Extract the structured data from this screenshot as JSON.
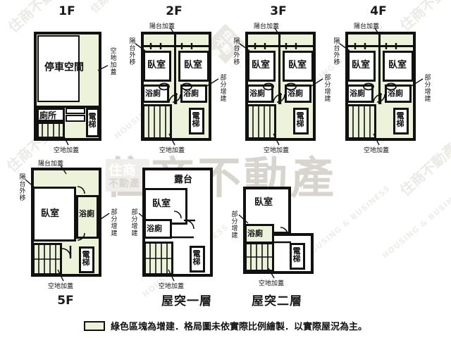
{
  "document": {
    "type": "floor-plan-sheet",
    "colors": {
      "addition_green": "#edf3db",
      "wall_black": "#111111",
      "watermark_gray": "#d8d5cf",
      "background": "#ffffff"
    }
  },
  "watermark": {
    "brand_large": "住商不動產",
    "logo_line1": "住商",
    "logo_line2": "不動產",
    "diagonal_cjk": "住商不動產",
    "diagonal_latin": "HOUSING & BUSINESS"
  },
  "legend": {
    "swatch_meaning": "綠色區塊為增建",
    "text": "綠色區塊為增建．格局圖未依實際比例繪製．以實際屋況為主。"
  },
  "labels": {
    "parking": "停車空間",
    "toilet": "廁所",
    "elevator": "電梯",
    "bedroom": "臥室",
    "bathroom": "浴廁",
    "terrace": "露台"
  },
  "notes": {
    "balcony_addition": "陽台加蓋",
    "balcony_moved_out": "陽台外移",
    "vacant_land_addition": "空地加蓋",
    "partial_addition": "部分增建"
  },
  "floors": [
    {
      "id": "1f",
      "title": "1F",
      "title_position": "top",
      "rooms": [
        {
          "name": "停車空間",
          "type": "parking",
          "addition": true
        },
        {
          "name": "廁所",
          "type": "toilet",
          "addition": true
        },
        {
          "name": "電梯",
          "type": "elevator",
          "addition": true
        }
      ],
      "features": [
        "stairs"
      ],
      "annotations": [
        "空地加蓋",
        "空地加蓋"
      ]
    },
    {
      "id": "2f",
      "title": "2F",
      "title_position": "top",
      "rooms": [
        {
          "name": "臥室",
          "type": "bedroom",
          "addition": true
        },
        {
          "name": "臥室",
          "type": "bedroom",
          "addition": true
        },
        {
          "name": "浴廁",
          "type": "bathroom",
          "addition": false
        },
        {
          "name": "浴廁",
          "type": "bathroom",
          "addition": false
        },
        {
          "name": "電梯",
          "type": "elevator",
          "addition": false
        }
      ],
      "features": [
        "balcony",
        "stairs"
      ],
      "annotations": [
        "陽台加蓋",
        "陽台外移",
        "部分增建",
        "空地加蓋"
      ]
    },
    {
      "id": "3f",
      "title": "3F",
      "title_position": "top",
      "rooms": [
        {
          "name": "臥室",
          "type": "bedroom",
          "addition": true
        },
        {
          "name": "臥室",
          "type": "bedroom",
          "addition": true
        },
        {
          "name": "浴廁",
          "type": "bathroom",
          "addition": false
        },
        {
          "name": "浴廁",
          "type": "bathroom",
          "addition": false
        },
        {
          "name": "電梯",
          "type": "elevator",
          "addition": false
        }
      ],
      "features": [
        "balcony",
        "stairs"
      ],
      "annotations": [
        "陽台加蓋",
        "陽台外移",
        "部分增建",
        "空地加蓋"
      ]
    },
    {
      "id": "4f",
      "title": "4F",
      "title_position": "top",
      "rooms": [
        {
          "name": "臥室",
          "type": "bedroom",
          "addition": true
        },
        {
          "name": "臥室",
          "type": "bedroom",
          "addition": true
        },
        {
          "name": "浴廁",
          "type": "bathroom",
          "addition": false
        },
        {
          "name": "浴廁",
          "type": "bathroom",
          "addition": false
        },
        {
          "name": "電梯",
          "type": "elevator",
          "addition": false
        }
      ],
      "features": [
        "balcony",
        "stairs"
      ],
      "annotations": [
        "陽台加蓋",
        "陽台外移",
        "部分增建",
        "空地加蓋"
      ]
    },
    {
      "id": "5f",
      "title": "5F",
      "title_position": "bottom",
      "rooms": [
        {
          "name": "臥室",
          "type": "bedroom",
          "addition": false
        },
        {
          "name": "浴廁",
          "type": "bathroom",
          "addition": true
        },
        {
          "name": "電梯",
          "type": "elevator",
          "addition": false
        }
      ],
      "features": [
        "balcony",
        "stairs"
      ],
      "annotations": [
        "陽台加蓋",
        "陽台外移",
        "部分增建",
        "空地加蓋"
      ]
    },
    {
      "id": "roof1",
      "title": "屋突一層",
      "title_position": "bottom",
      "rooms": [
        {
          "name": "露台",
          "type": "terrace",
          "addition": false
        },
        {
          "name": "臥室",
          "type": "bedroom",
          "addition": false
        },
        {
          "name": "浴廁",
          "type": "bathroom",
          "addition": false
        },
        {
          "name": "電梯",
          "type": "elevator",
          "addition": false
        }
      ],
      "features": [
        "stairs"
      ],
      "annotations": [
        "部分增建",
        "空地加蓋"
      ]
    },
    {
      "id": "roof2",
      "title": "屋突二層",
      "title_position": "bottom",
      "rooms": [
        {
          "name": "臥室",
          "type": "bedroom",
          "addition": false
        },
        {
          "name": "浴廁",
          "type": "bathroom",
          "addition": true
        },
        {
          "name": "電梯",
          "type": "elevator",
          "addition": false
        }
      ],
      "features": [
        "stairs"
      ],
      "annotations": [
        "部分增建",
        "空地加蓋"
      ]
    }
  ]
}
